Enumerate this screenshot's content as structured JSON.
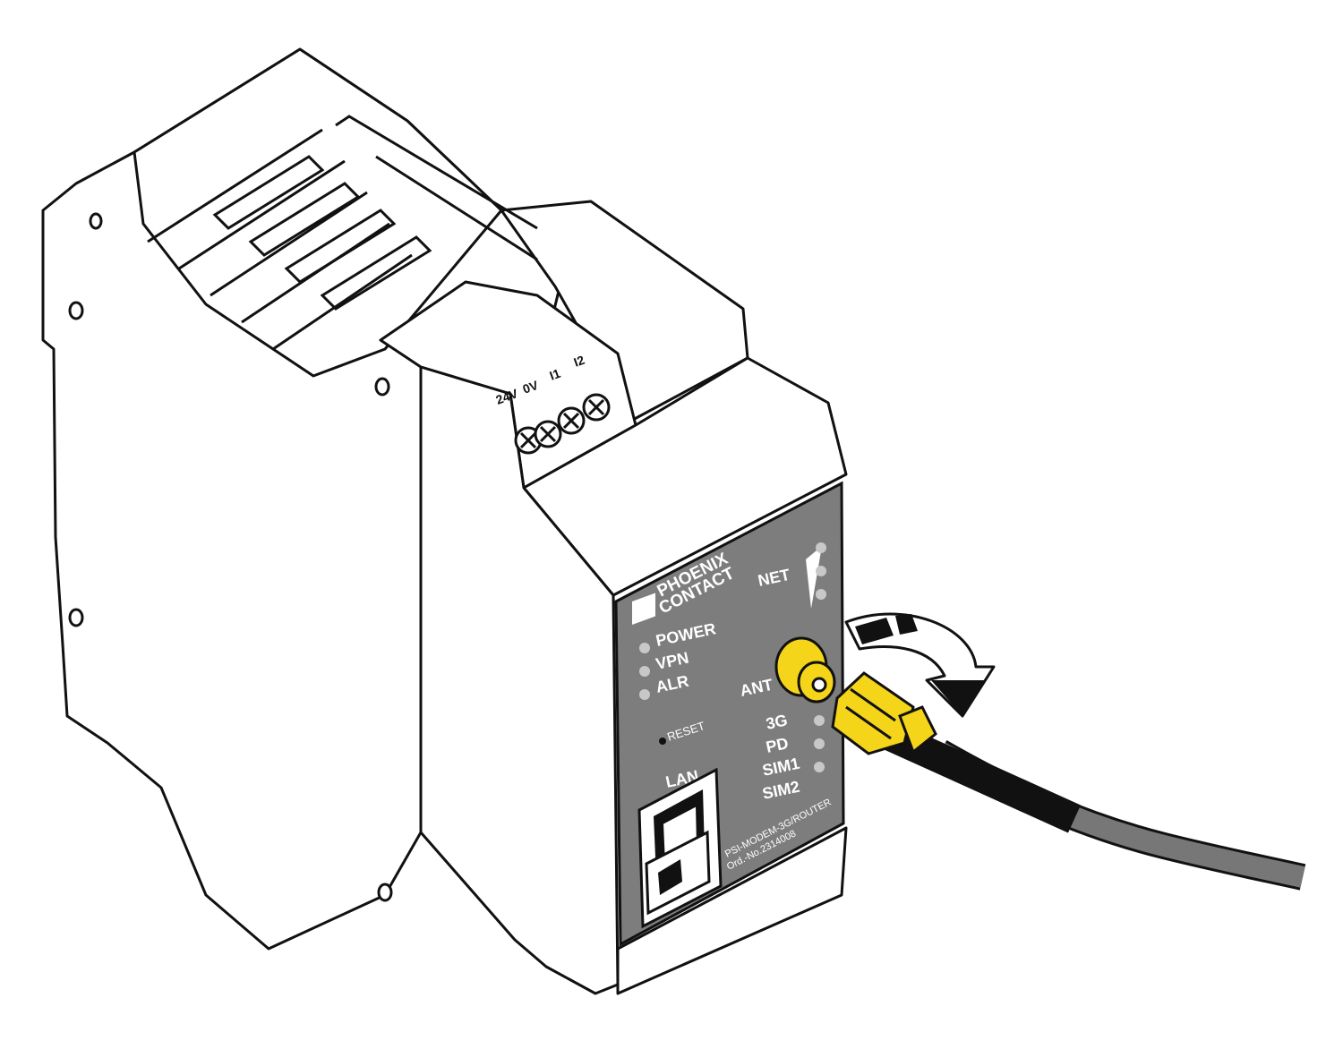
{
  "brand": {
    "line1": "PHOENIX",
    "line2": "CONTACT"
  },
  "leds_left": [
    "POWER",
    "VPN",
    "ALR"
  ],
  "net_label": "NET",
  "antenna_label": "ANT",
  "leds_right": [
    "3G",
    "PD",
    "SIM1",
    "SIM2"
  ],
  "reset_label": "RESET",
  "lan_label": "LAN",
  "model_text": "PSI-MODEM-3G/ROUTER",
  "order_text": "Ord.-No.2314008",
  "terminals": [
    "24V",
    "0V",
    "I1",
    "I2"
  ],
  "colors": {
    "front_panel": "#7d7d7d",
    "connector": "#f5d51a",
    "cable": "#777777",
    "outline": "#111111",
    "led": "#c8c8c8"
  }
}
